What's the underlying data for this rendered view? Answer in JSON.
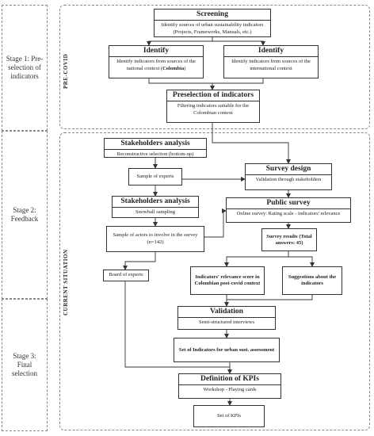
{
  "stages": [
    {
      "label": "Stage 1: Pre-selection of indicators"
    },
    {
      "label": "Stage 2: Feedback"
    },
    {
      "label": "Stage 3: Final selection"
    }
  ],
  "phases": {
    "pre": "PRE-COVID",
    "current": "CURRENT SITUATION"
  },
  "screening": {
    "title": "Screening",
    "body": "Identify sources of urban sustainability indicators (Projects, Frameworks, Manuals, etc.)"
  },
  "identify_national": {
    "title": "Identify",
    "body_pre": "Identify indicators from sources of the national context (",
    "body_bold": "Colombia",
    "body_post": ")"
  },
  "identify_international": {
    "title": "Identify",
    "body": "Identify indicators from sources of the international context"
  },
  "preselection": {
    "title": "Preselection of indicators",
    "body": "Filtering indicators suitable for the Colombian context"
  },
  "stakeholders1": {
    "title": "Stakeholders analysis",
    "body": "Reconstructive selection (bottom-up)"
  },
  "sample_experts": {
    "text": "Sample of experts"
  },
  "survey_design": {
    "title": "Survey design",
    "body": "Validation through stakeholders"
  },
  "stakeholders2": {
    "title": "Stakeholders analysis",
    "body": "Snowball sampling"
  },
  "public_survey": {
    "title": "Public survey",
    "body": "Online survey: Rating scale - indicators' relevance"
  },
  "sample_actors": {
    "text": "Sample of actors to involve in the survey (n=142)"
  },
  "survey_results": {
    "text": "Survey results (Total answers: 45)"
  },
  "board": {
    "text": "Board of experts"
  },
  "relevance": {
    "text": "Indicators' relevance score in Colombian post-covid context"
  },
  "suggestions": {
    "text": "Suggestions about the indicators"
  },
  "validation": {
    "title": "Validation",
    "body": "Semi-structured interviews"
  },
  "set_indicators": {
    "text": "Set of Indicators for urban sust. assessment"
  },
  "kpis": {
    "title": "Definition of KPIs",
    "body": "Workshop - Playing cards"
  },
  "set_kpis": {
    "text": "Set of KPIs"
  }
}
